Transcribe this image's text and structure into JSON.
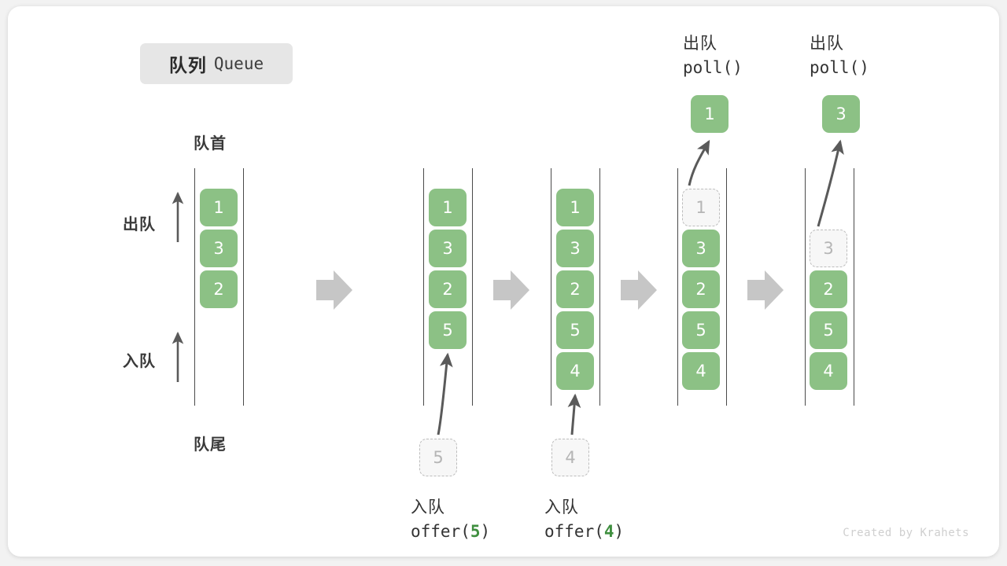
{
  "title": {
    "cn": "队列",
    "en": "Queue"
  },
  "labels": {
    "head": "队首",
    "tail": "队尾",
    "dequeue": "出队",
    "enqueue": "入队"
  },
  "colors": {
    "cell_fill": "#8cc185",
    "cell_text": "#ffffff",
    "ghost_fill": "#f7f7f7",
    "ghost_border": "#bdbdbd",
    "ghost_text": "#b5b5b5",
    "rail": "#4a4a4a",
    "flow_arrow": "#c6c6c6",
    "curve_arrow": "#5a5a5a",
    "title_chip": "#e6e6e6",
    "code_number": "#3f8f3f",
    "credit": "#cfcfcf"
  },
  "states": [
    {
      "name": "initial",
      "cells": [
        "1",
        "3",
        "2"
      ],
      "ghost": null,
      "detached": null,
      "caption_cn": "",
      "caption_code": ""
    },
    {
      "name": "after-offer-5",
      "cells": [
        "1",
        "3",
        "2",
        "5"
      ],
      "ghost": null,
      "incoming": "5",
      "caption_cn": "入队",
      "caption_code": "offer(",
      "caption_code_num": "5",
      "caption_code_tail": ")"
    },
    {
      "name": "after-offer-4",
      "cells": [
        "1",
        "3",
        "2",
        "5",
        "4"
      ],
      "ghost": null,
      "incoming": "4",
      "caption_cn": "入队",
      "caption_code": "offer(",
      "caption_code_num": "4",
      "caption_code_tail": ")"
    },
    {
      "name": "poll-removes-1",
      "cells": [
        "3",
        "2",
        "5",
        "4"
      ],
      "ghost": "1",
      "detached": "1",
      "caption_cn": "出队",
      "caption_code": "poll()"
    },
    {
      "name": "poll-removes-3",
      "cells": [
        "2",
        "5",
        "4"
      ],
      "ghost": "3",
      "detached": "3",
      "caption_cn": "出队",
      "caption_code": "poll()"
    }
  ],
  "credit": "Created by Krahets"
}
